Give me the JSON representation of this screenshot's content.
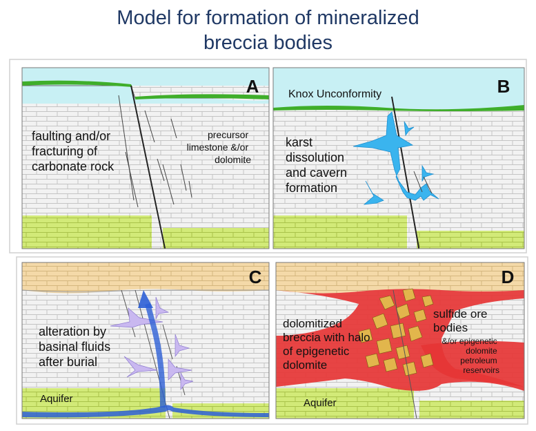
{
  "title": {
    "line1": "Model for formation of mineralized",
    "line2": "breccia bodies"
  },
  "panels": {
    "a": {
      "letter": "A",
      "left_text": [
        "faulting and/or",
        "fracturing of",
        "carbonate rock"
      ],
      "right_text": [
        "precursor",
        "limestone &/or",
        "dolomite"
      ]
    },
    "b": {
      "letter": "B",
      "top_text": "Knox Unconformity",
      "left_text": [
        "karst",
        "dissolution",
        "and cavern",
        "formation"
      ]
    },
    "c": {
      "letter": "C",
      "left_text": [
        "alteration by",
        "basinal fluids",
        "after burial"
      ],
      "aquifer": "Aquifer"
    },
    "d": {
      "letter": "D",
      "left_text": [
        "dolomitized",
        "breccia with halo",
        "of epigenetic",
        "dolomite"
      ],
      "right_text": [
        "sulfide ore",
        "bodies"
      ],
      "right_small": [
        "&/or epigenetic",
        "dolomite",
        "petroleum",
        "reservoirs"
      ],
      "aquifer": "Aquifer"
    }
  },
  "colors": {
    "title": "#1f3864",
    "sky": "#c8f0f4",
    "grass": "#3fae2a",
    "limestone": "#f2f2f2",
    "brick_line": "#c4c4c4",
    "aquifer": "#d2ea78",
    "cap_sand": "#f4d9a8",
    "cavern": "#3ab4ee",
    "fluid_arrow": "#2d5fd6",
    "fluid_pocket": "#c9b8f0",
    "dolomite_halo": "#e63535",
    "ore": "#e2b64c"
  }
}
